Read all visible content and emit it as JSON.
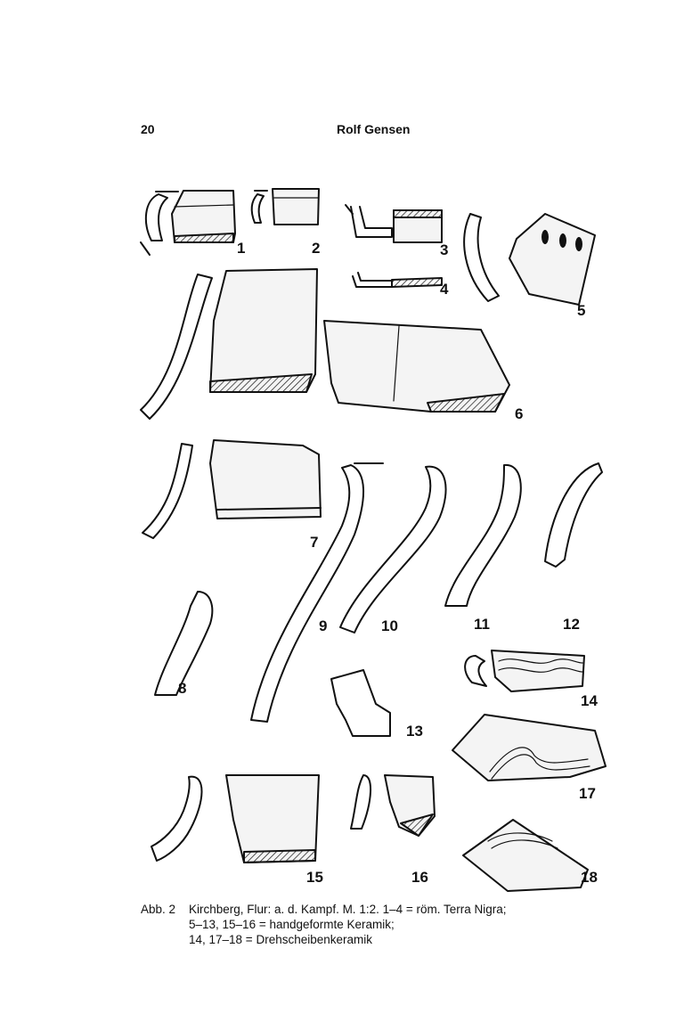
{
  "header": {
    "page_number": "20",
    "author": "Rolf Gensen"
  },
  "figure": {
    "labels": [
      "1",
      "2",
      "3",
      "4",
      "5",
      "6",
      "7",
      "8",
      "9",
      "10",
      "11",
      "12",
      "13",
      "14",
      "15",
      "16",
      "17",
      "18"
    ]
  },
  "caption": {
    "label": "Abb. 2",
    "line1": "Kirchberg, Flur: a. d. Kampf. M. 1:2. 1–4 = röm. Terra Nigra;",
    "line2": "5–13, 15–16 = handgeformte Keramik;",
    "line3": "14, 17–18 = Drehscheibenkeramik"
  }
}
